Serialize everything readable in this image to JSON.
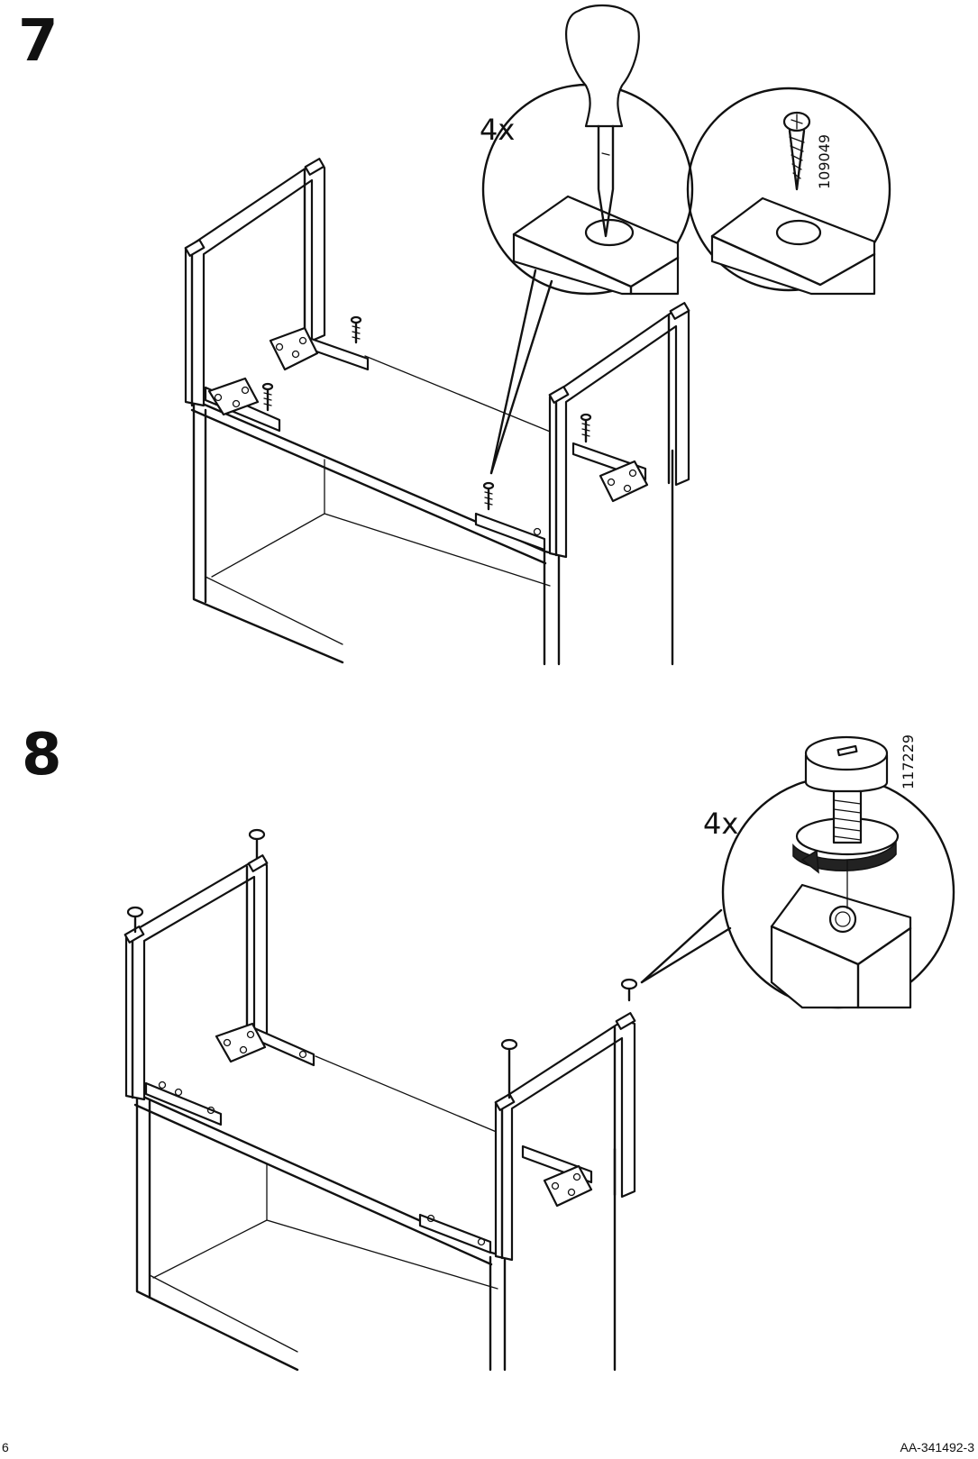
{
  "page": {
    "number": "6",
    "doc_code": "AA-341492-3"
  },
  "step7": {
    "number": "7",
    "quantity": "4x",
    "part_number": "109049",
    "tool": "screwdriver-icon",
    "fastener": "wood-screw-icon"
  },
  "step8": {
    "number": "8",
    "quantity": "4x",
    "part_number": "117229",
    "part": "adjustable-foot-icon",
    "action": "rotate-clockwise-arrow-icon"
  }
}
